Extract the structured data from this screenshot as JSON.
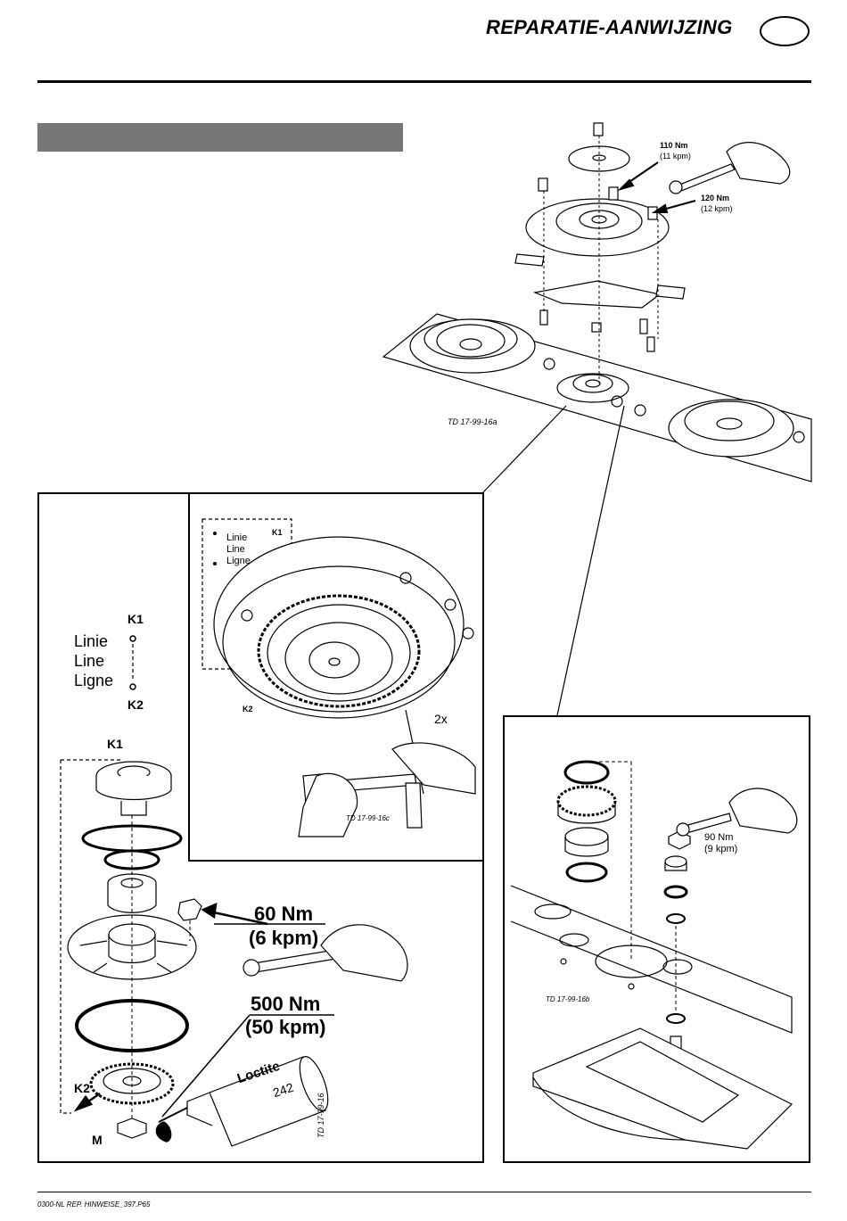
{
  "header": {
    "title": "REPARATIE-AANWIJZING"
  },
  "top_figure": {
    "torque_1": "110 Nm",
    "torque_1_kpm": "(11 kpm)",
    "torque_2": "120 Nm",
    "torque_2_kpm": "(12 kpm)",
    "ref": "TD 17-99-16a"
  },
  "left_panel": {
    "k1_top": "K1",
    "line_nl": "Linie",
    "line_en": "Line",
    "line_fr": "Ligne",
    "k2_top": "K2",
    "k1_part": "K1",
    "k2_part": "K2",
    "m_label": "M",
    "torque_60": "60 Nm",
    "torque_60_kpm": "(6 kpm)",
    "torque_500": "500 Nm",
    "torque_500_kpm": "(50 kpm)",
    "loctite": "Loctite",
    "loctite_no": "242",
    "ref": "TD 17-99-16"
  },
  "inset_panel": {
    "line_nl": "Linie",
    "line_en": "Line",
    "line_fr": "Ligne",
    "k1": "K1",
    "k2": "K2",
    "count": "2x",
    "ref": "TD 17-99-16c"
  },
  "right_panel": {
    "torque": "90 Nm",
    "torque_kpm": "(9 kpm)",
    "ref": "TD 17-99-16b"
  },
  "footer": {
    "file": "0300-NL REP. HINWEISE_397.P65"
  }
}
